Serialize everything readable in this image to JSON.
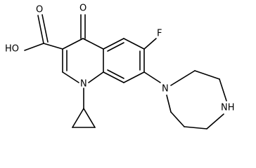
{
  "atom_labels": {
    "ho": "HO",
    "oxo": "O",
    "acid_o": "O",
    "fluoro": "F",
    "n1": "N",
    "n_ring": "N",
    "nh": "NH"
  },
  "colors": {
    "bond": "#000000",
    "background": "#ffffff"
  }
}
